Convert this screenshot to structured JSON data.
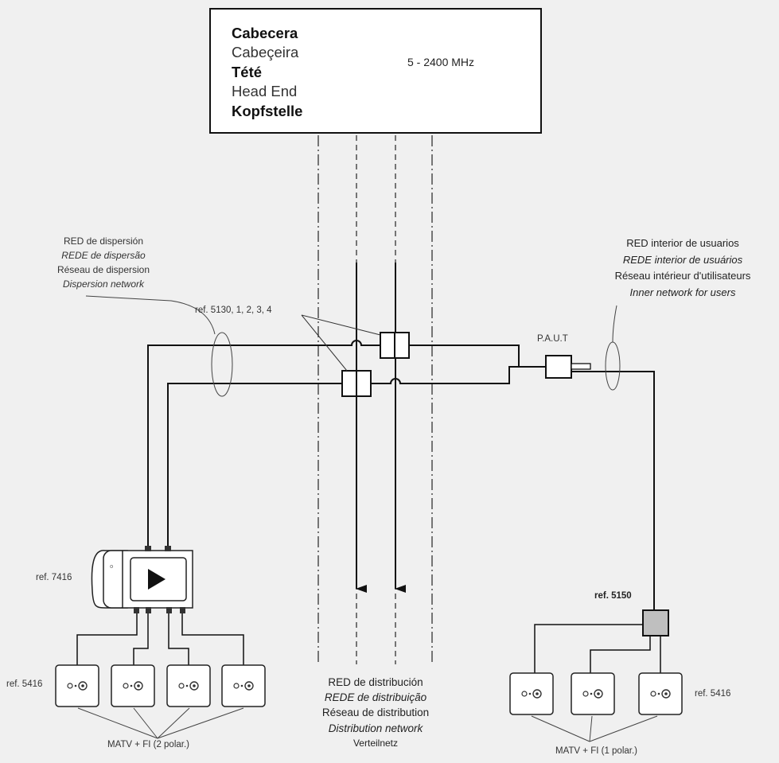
{
  "headend": {
    "names": [
      {
        "text": "Cabecera",
        "bold": true
      },
      {
        "text": "Cabeçeira",
        "bold": false
      },
      {
        "text": "Tété",
        "bold": true
      },
      {
        "text": "Head End",
        "bold": false
      },
      {
        "text": "Kopfstelle",
        "bold": true
      }
    ],
    "band": "5 - 2400 MHz"
  },
  "dispersion_network": {
    "lines": [
      {
        "text": "RED de dispersión",
        "italic": false
      },
      {
        "text": "REDE de dispersão",
        "italic": true
      },
      {
        "text": "Réseau de dispersion",
        "italic": false
      },
      {
        "text": "Dispersion network",
        "italic": true
      }
    ]
  },
  "inner_network": {
    "lines": [
      {
        "text": "RED interior de usuarios",
        "italic": false
      },
      {
        "text": "REDE interior de usuários",
        "italic": true
      },
      {
        "text": "Réseau intérieur d'utilisateurs",
        "italic": false
      },
      {
        "text": "Inner network for users",
        "italic": true
      }
    ]
  },
  "distribution_network": {
    "lines": [
      {
        "text": "RED de distribución",
        "italic": false
      },
      {
        "text": "REDE de distribuição",
        "italic": true
      },
      {
        "text": "Réseau de distribution",
        "italic": false
      },
      {
        "text": "Distribution network",
        "italic": true
      },
      {
        "text": "Verteilnetz",
        "italic": false
      }
    ]
  },
  "labels": {
    "taps_ref": "ref. 5130, 1, 2, 3, 4",
    "paut": "P.A.U.T",
    "multiswitch_ref": "ref. 7416",
    "left_outlet_ref": "ref. 5416",
    "splitter_ref": "ref. 5150",
    "right_outlet_ref": "ref. 5416",
    "left_caption": "MATV + FI  (2 polar.)",
    "right_caption": "MATV + FI  (1 polar.)"
  },
  "colors": {
    "background": "#f0f0f0",
    "line": "#111111",
    "splitter_fill": "#bfbfbf",
    "box_fill": "#ffffff"
  }
}
